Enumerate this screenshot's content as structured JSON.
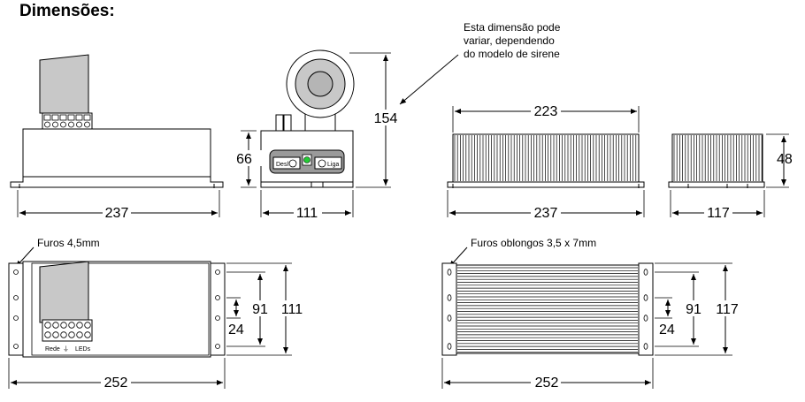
{
  "title": "Dimensões:",
  "note_lines": [
    "Esta dimensão pode",
    "variar,   dependendo",
    "do modelo de sirene"
  ],
  "dims": {
    "front_width": "237",
    "side_width": "111",
    "side_height": "66",
    "siren_height": "154",
    "heatsink_width_top": "223",
    "heatsink_width_bottom": "237",
    "heatsink_end_width": "117",
    "heatsink_end_height": "48",
    "bottom_left_length": "252",
    "bottom_left_depth": "111",
    "bottom_left_hole_span": "91",
    "bottom_left_hole_gap": "24",
    "bottom_right_length": "252",
    "bottom_right_depth": "117",
    "bottom_right_hole_span": "91",
    "bottom_right_hole_gap": "24"
  },
  "labels": {
    "holes_left": "Furos 4,5mm",
    "holes_right": "Furos oblongos 3,5 x 7mm",
    "btn_off": "Desl",
    "btn_on": "Liga",
    "term_rede": "Rede",
    "term_leds": "LEDs"
  },
  "colors": {
    "led_green": "#22cc33"
  }
}
